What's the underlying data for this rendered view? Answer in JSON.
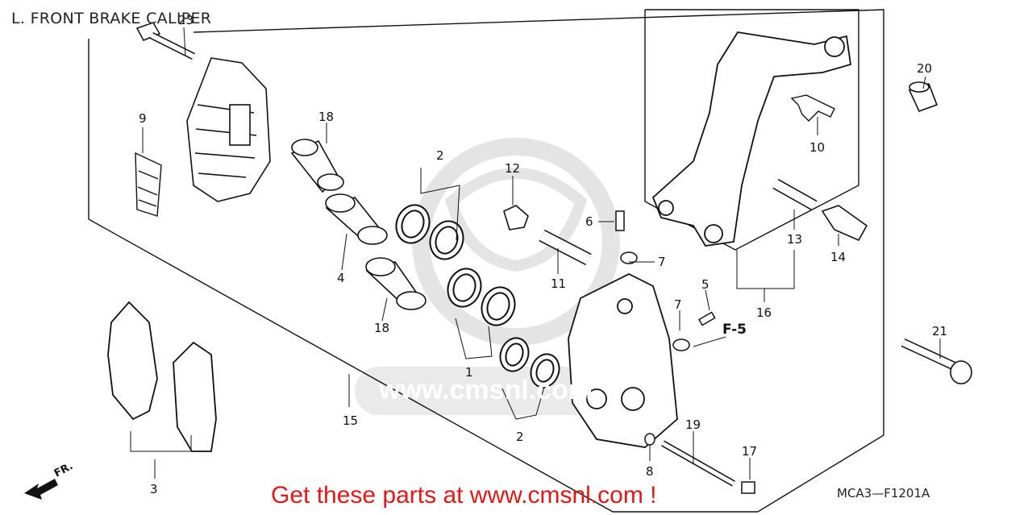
{
  "title": "L. FRONT BRAKE CALIPER",
  "diagram_code": "MCA3—F1201A",
  "promo_text": "Get these parts at www.cmsnl.com !",
  "watermark_text": "www.cmsnl.com",
  "direction_label": "FR.",
  "reference_label": "F-5",
  "colors": {
    "promo": "#e11818",
    "line": "#111111",
    "watermark": "#c8c8c8"
  },
  "callouts": [
    "1",
    "2",
    "2",
    "3",
    "4",
    "5",
    "6",
    "7",
    "7",
    "8",
    "9",
    "10",
    "11",
    "12",
    "13",
    "14",
    "15",
    "16",
    "17",
    "18",
    "18",
    "19",
    "20",
    "21",
    "23"
  ]
}
